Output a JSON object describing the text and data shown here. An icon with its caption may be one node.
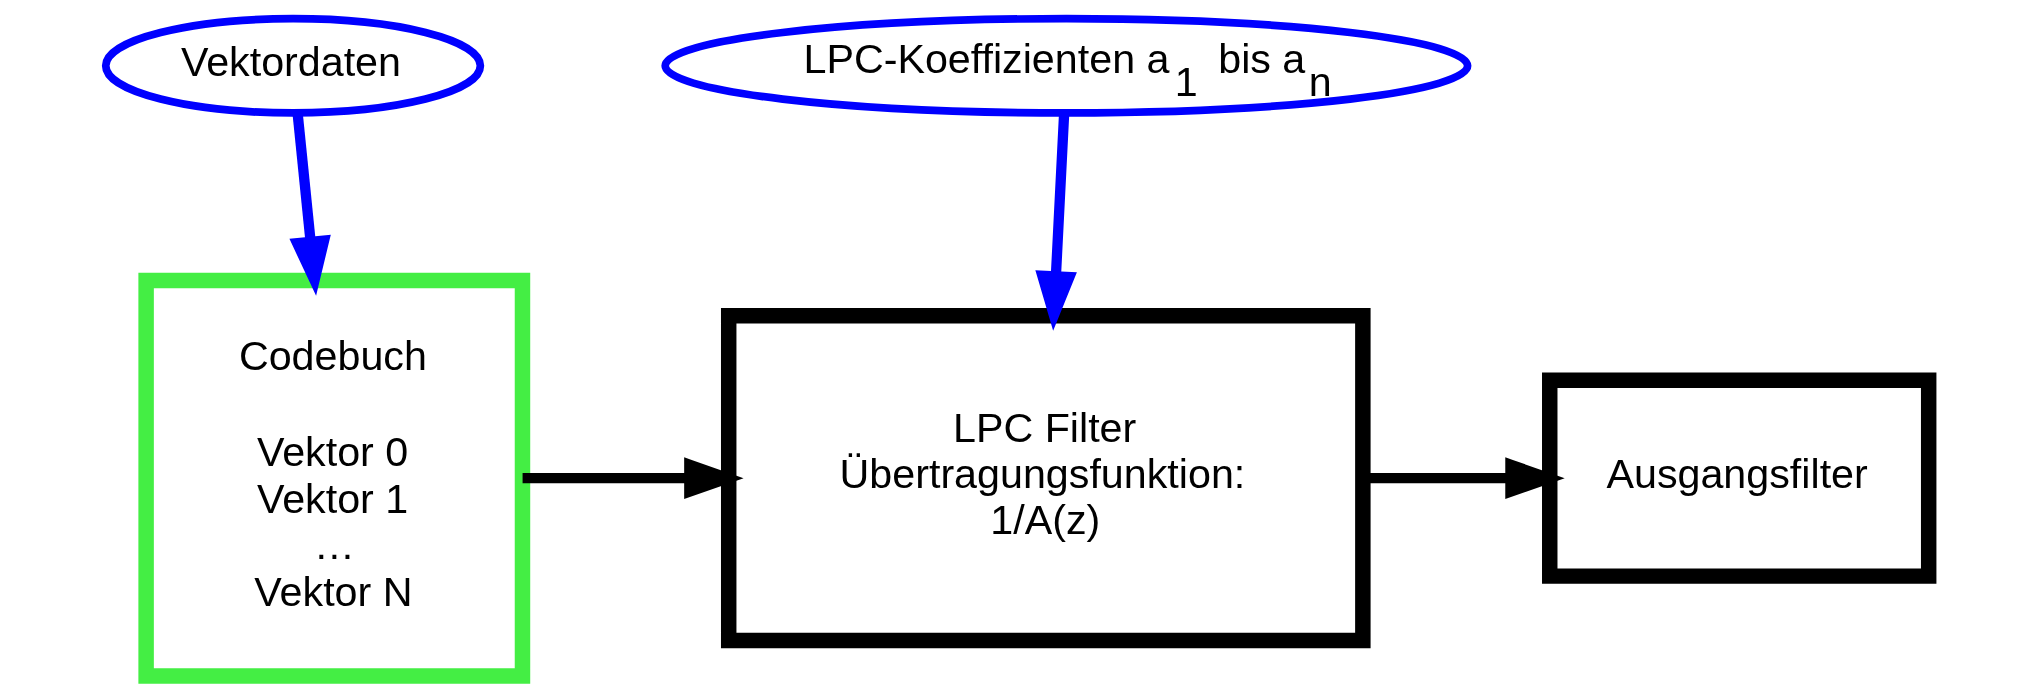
{
  "diagram": {
    "nodes": [
      {
        "text": [
          "Vektordaten"
        ]
      },
      {
        "text": [
          "LPC-Koeffizienten a$_{1}$ bis a$_{n}$"
        ]
      },
      {
        "text": [
          "Codebuch",
          "Vektor 0",
          "Vektor 1",
          "…",
          "Vektor N"
        ]
      },
      {
        "text": [
          "LPC Filter",
          "Übertragungsfunktion:",
          "1/A(z)"
        ]
      },
      {
        "text": [
          "Ausgangsfilter"
        ]
      }
    ],
    "edges": [
      {
        "from": 0,
        "to": 2,
        "arrow": "to",
        "color": "#0000ff"
      },
      {
        "from": 1,
        "to": 3,
        "arrow": "to",
        "color": "#0000ff"
      },
      {
        "from": 2,
        "to": 3,
        "arrow": "to",
        "color": "#000000"
      },
      {
        "from": 3,
        "to": 4,
        "arrow": "to",
        "color": "#000000"
      }
    ]
  }
}
